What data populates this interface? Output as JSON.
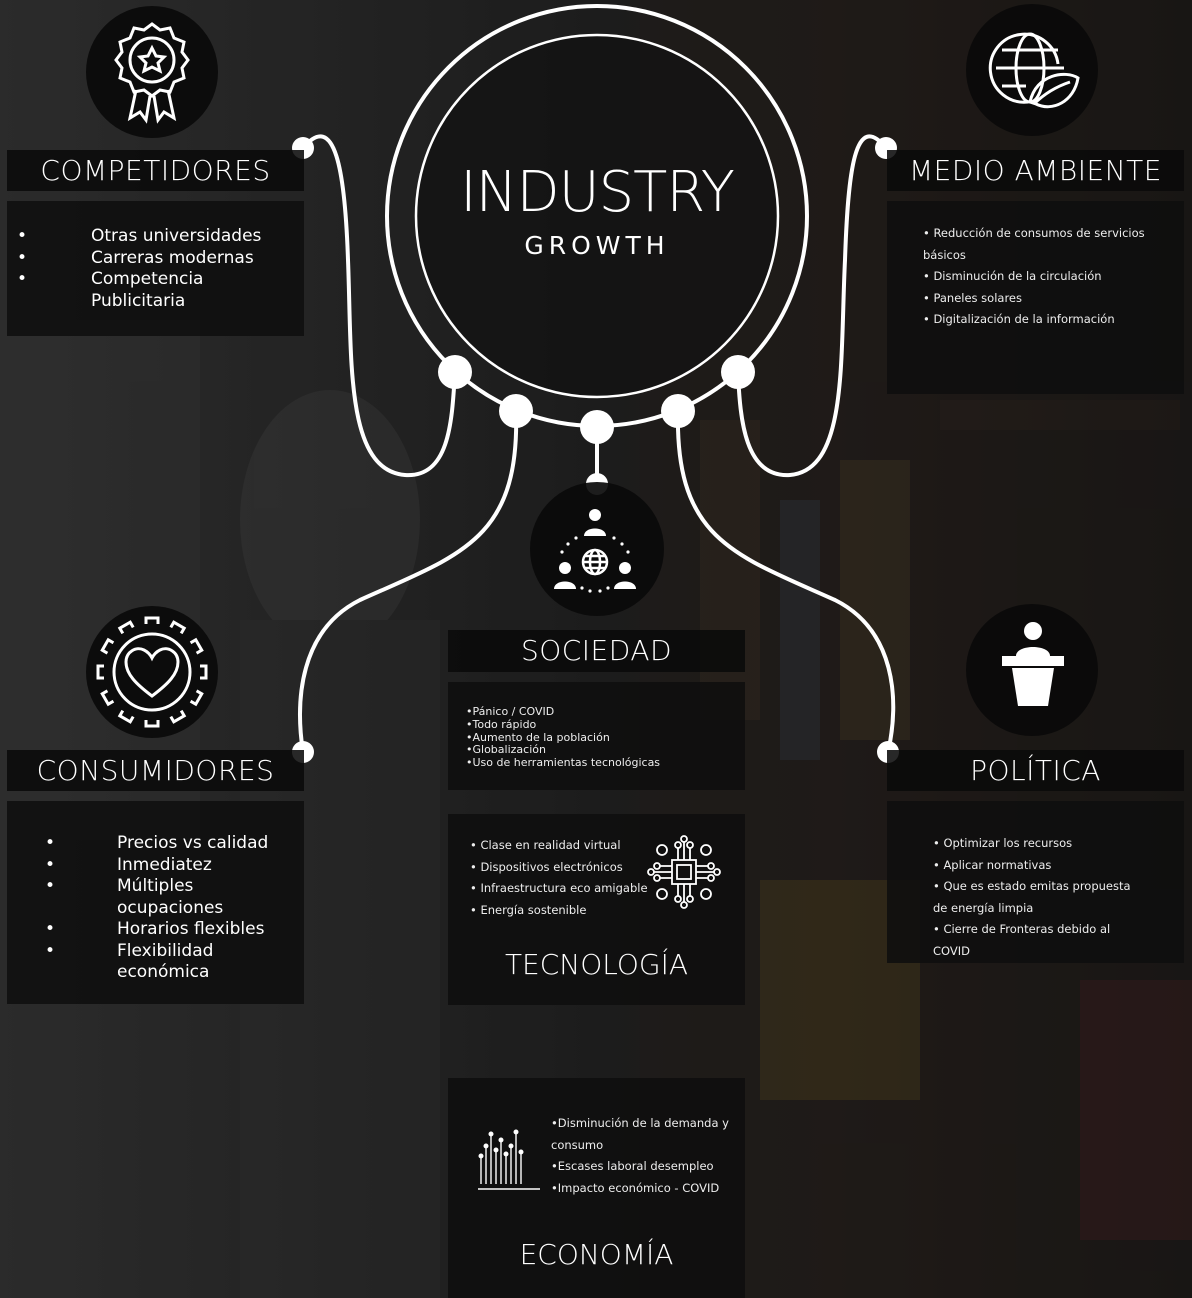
{
  "center": {
    "title": "INDUSTRY",
    "subtitle": "GROWTH"
  },
  "competidores": {
    "header": "COMPETIDORES",
    "items": [
      "Otras universidades",
      "Carreras modernas",
      "Competencia Publicitaria"
    ],
    "icon": "award-ribbon-icon"
  },
  "medio_ambiente": {
    "header": "MEDIO AMBIENTE",
    "items": [
      "• Reducción de consumos de servicios básicos",
      "• Disminución de la circulación",
      "• Paneles solares",
      "• Digitalización de la información"
    ],
    "icon": "globe-leaf-icon"
  },
  "consumidores": {
    "header": "CONSUMIDORES",
    "items": [
      "Precios vs calidad",
      "Inmediatez",
      "Múltiples ocupaciones",
      "Horarios flexibles",
      "Flexibilidad económica"
    ],
    "icon": "heart-gear-icon"
  },
  "sociedad": {
    "header": "SOCIEDAD",
    "items": [
      "•Pánico / COVID",
      "•Todo rápido",
      "•Aumento de la población",
      "•Globalización",
      "•Uso de herramientas tecnológicas"
    ],
    "icon": "people-network-icon"
  },
  "politica": {
    "header": "POLÍTICA",
    "items": [
      "• Optimizar los recursos",
      "• Aplicar normativas",
      "• Que es estado emitas propuesta de energía limpia",
      "• Cierre de Fronteras debido al COVID"
    ],
    "icon": "speaker-podium-icon"
  },
  "tecnologia": {
    "header": "TECNOLOGÍA",
    "items": [
      "• Clase en realidad virtual",
      "• Dispositivos electrónicos",
      "• Infraestructura eco amigable",
      "• Energía sostenible"
    ],
    "icon": "circuit-chip-icon"
  },
  "economia": {
    "header": "ECONOMÍA",
    "items": [
      "•Disminución de la demanda y consumo",
      "•Escases laboral desempleo",
      "•Impacto económico - COVID"
    ],
    "icon": "line-chart-icon"
  },
  "colors": {
    "panel": "#0e0e0e",
    "line": "#ffffff",
    "text": "#ffffff"
  }
}
